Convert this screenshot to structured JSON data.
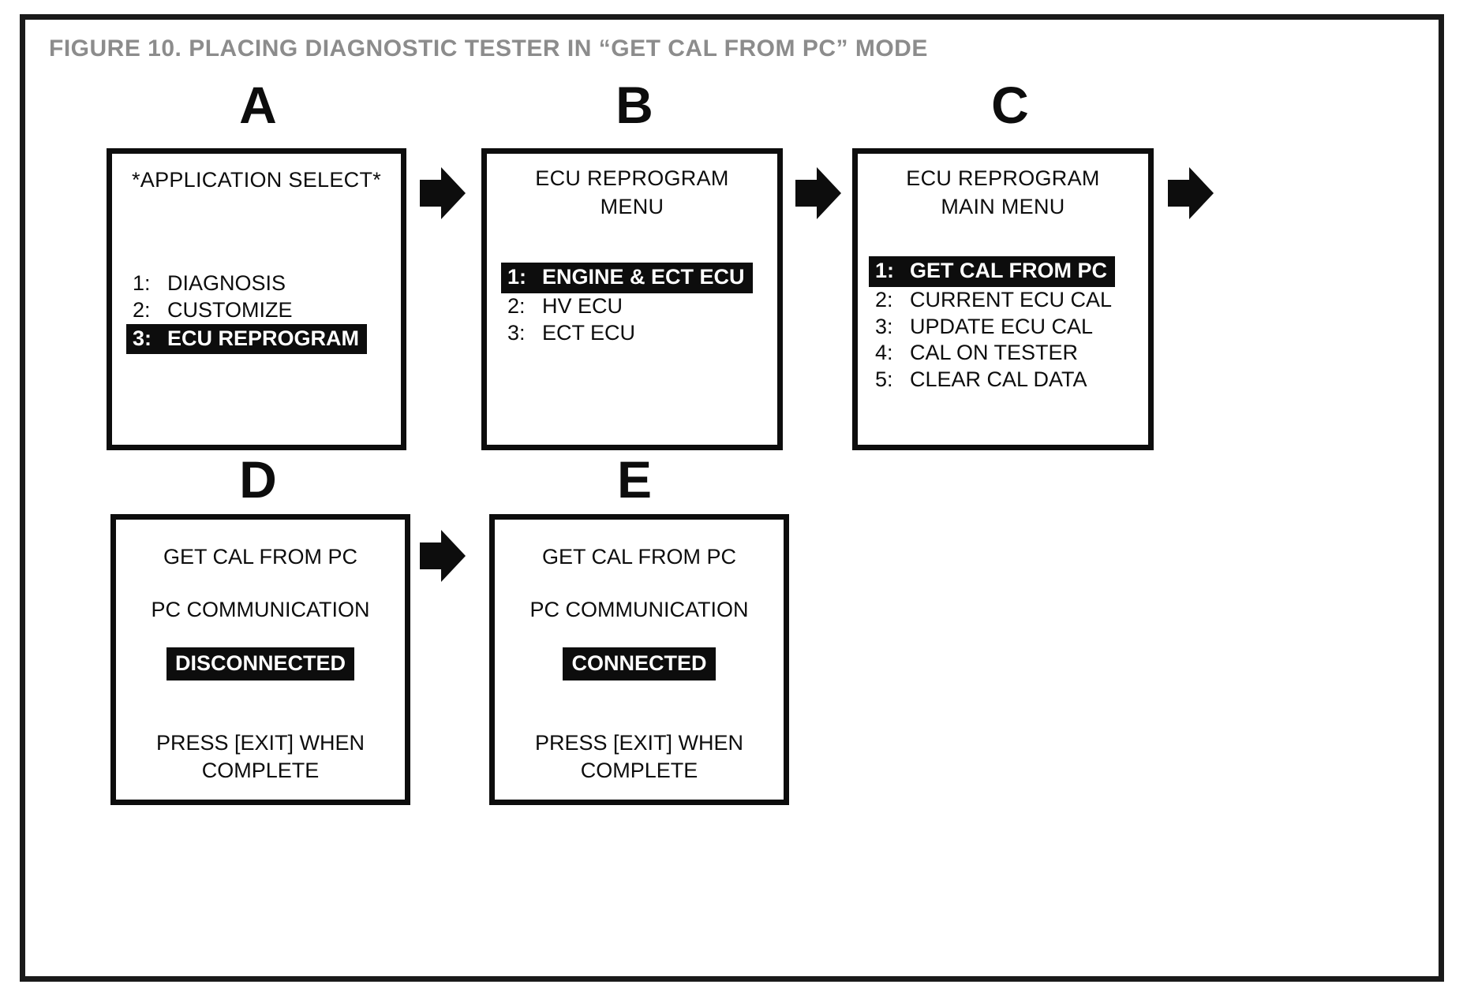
{
  "figure": {
    "title": "FIGURE 10.  PLACING DIAGNOSTIC TESTER IN “GET CAL FROM PC” MODE",
    "title_color": "#8c8c8c",
    "frame_color": "#1a1a1a",
    "ink_color": "#0d0d0d",
    "background": "#ffffff"
  },
  "panels": {
    "a": {
      "letter": "A",
      "screen_title": "*APPLICATION SELECT*",
      "menu": [
        {
          "index": "1:",
          "label": "DIAGNOSIS",
          "highlighted": false
        },
        {
          "index": "2:",
          "label": "CUSTOMIZE",
          "highlighted": false
        },
        {
          "index": "3:",
          "label": "ECU REPROGRAM",
          "highlighted": true
        }
      ]
    },
    "b": {
      "letter": "B",
      "screen_title": "ECU REPROGRAM\nMENU",
      "menu": [
        {
          "index": "1:",
          "label": "ENGINE & ECT ECU",
          "highlighted": true
        },
        {
          "index": "2:",
          "label": "HV ECU",
          "highlighted": false
        },
        {
          "index": "3:",
          "label": "ECT ECU",
          "highlighted": false
        }
      ]
    },
    "c": {
      "letter": "C",
      "screen_title": "ECU REPROGRAM\nMAIN MENU",
      "menu": [
        {
          "index": "1:",
          "label": "GET CAL FROM PC",
          "highlighted": true
        },
        {
          "index": "2:",
          "label": "CURRENT ECU CAL",
          "highlighted": false
        },
        {
          "index": "3:",
          "label": "UPDATE ECU CAL",
          "highlighted": false
        },
        {
          "index": "4:",
          "label": "CAL ON TESTER",
          "highlighted": false
        },
        {
          "index": "5:",
          "label": "CLEAR CAL DATA",
          "highlighted": false
        }
      ]
    },
    "d": {
      "letter": "D",
      "line1": "GET CAL FROM PC",
      "line2": "PC COMMUNICATION",
      "status": "DISCONNECTED",
      "footer_line1": "PRESS [EXIT] WHEN",
      "footer_line2": "COMPLETE"
    },
    "e": {
      "letter": "E",
      "line1": "GET CAL FROM PC",
      "line2": "PC COMMUNICATION",
      "status": "CONNECTED",
      "footer_line1": "PRESS [EXIT] WHEN",
      "footer_line2": "COMPLETE"
    }
  },
  "arrows": [
    {
      "name": "arrow-a-to-b",
      "direction": "right"
    },
    {
      "name": "arrow-b-to-c",
      "direction": "right"
    },
    {
      "name": "arrow-c-to-d",
      "direction": "right"
    },
    {
      "name": "arrow-d-to-e",
      "direction": "right"
    }
  ]
}
